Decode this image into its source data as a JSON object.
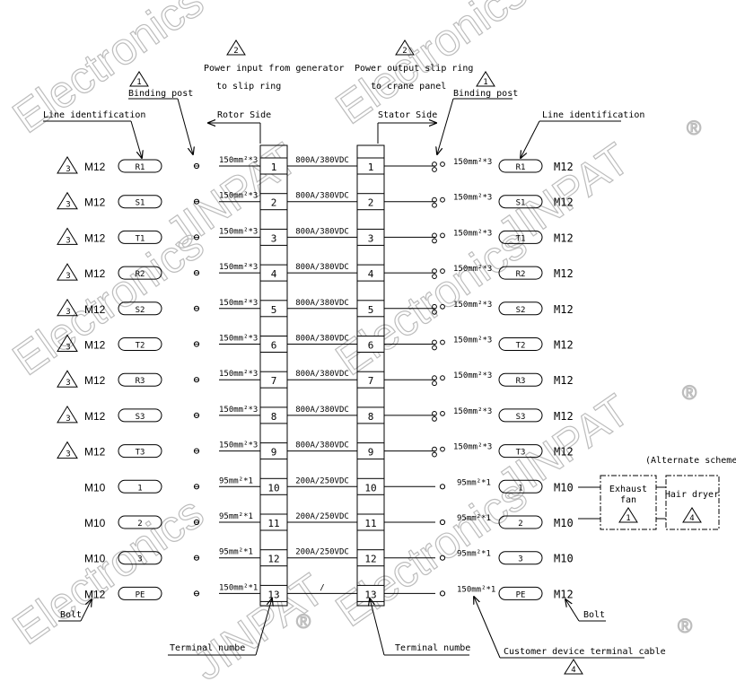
{
  "watermarks": [
    "Electronics",
    "JINPAT",
    "®"
  ],
  "header": {
    "rev_left": "2",
    "power_in_line1": "Power input from generator",
    "power_in_line2": "to slip ring",
    "rev_right": "2",
    "power_out_line1": "Power output slip ring",
    "power_out_line2": "to crane panel",
    "binding_left_rev": "1",
    "binding_left": "Binding post",
    "binding_right_rev": "1",
    "binding_right": "Binding post",
    "rotor_side": "Rotor Side",
    "stator_side": "Stator Side",
    "line_id_left": "Line identification",
    "line_id_right": "Line identification"
  },
  "rows": [
    {
      "rev": "3",
      "screw_l": "M12",
      "label": "R1",
      "cable_l": "150mm²*3",
      "num": "1",
      "rating": "800A/380VDC",
      "cable_r": "150mm²*3",
      "screw_r": "M12",
      "double": true
    },
    {
      "rev": "3",
      "screw_l": "M12",
      "label": "S1",
      "cable_l": "150mm²*3",
      "num": "2",
      "rating": "800A/380VDC",
      "cable_r": "150mm²*3",
      "screw_r": "M12",
      "double": true
    },
    {
      "rev": "3",
      "screw_l": "M12",
      "label": "T1",
      "cable_l": "150mm²*3",
      "num": "3",
      "rating": "800A/380VDC",
      "cable_r": "150mm²*3",
      "screw_r": "M12",
      "double": true
    },
    {
      "rev": "3",
      "screw_l": "M12",
      "label": "R2",
      "cable_l": "150mm²*3",
      "num": "4",
      "rating": "800A/380VDC",
      "cable_r": "150mm²*3",
      "screw_r": "M12",
      "double": true
    },
    {
      "rev": "3",
      "screw_l": "M12",
      "label": "S2",
      "cable_l": "150mm²*3",
      "num": "5",
      "rating": "800A/380VDC",
      "cable_r": "150mm²*3",
      "screw_r": "M12",
      "double": true
    },
    {
      "rev": "3",
      "screw_l": "M12",
      "label": "T2",
      "cable_l": "150mm²*3",
      "num": "6",
      "rating": "800A/380VDC",
      "cable_r": "150mm²*3",
      "screw_r": "M12",
      "double": true
    },
    {
      "rev": "3",
      "screw_l": "M12",
      "label": "R3",
      "cable_l": "150mm²*3",
      "num": "7",
      "rating": "800A/380VDC",
      "cable_r": "150mm²*3",
      "screw_r": "M12",
      "double": true
    },
    {
      "rev": "3",
      "screw_l": "M12",
      "label": "S3",
      "cable_l": "150mm²*3",
      "num": "8",
      "rating": "800A/380VDC",
      "cable_r": "150mm²*3",
      "screw_r": "M12",
      "double": true
    },
    {
      "rev": "3",
      "screw_l": "M12",
      "label": "T3",
      "cable_l": "150mm²*3",
      "num": "9",
      "rating": "800A/380VDC",
      "cable_r": "150mm²*3",
      "screw_r": "M12",
      "double": true
    },
    {
      "rev": "",
      "screw_l": "M10",
      "label": "1",
      "cable_l": "95mm²*1",
      "num": "10",
      "rating": "200A/250VDC",
      "cable_r": "95mm²*1",
      "screw_r": "M10",
      "double": false
    },
    {
      "rev": "",
      "screw_l": "M10",
      "label": "2",
      "cable_l": "95mm²*1",
      "num": "11",
      "rating": "200A/250VDC",
      "cable_r": "95mm²*1",
      "screw_r": "M10",
      "double": false
    },
    {
      "rev": "",
      "screw_l": "M10",
      "label": "3",
      "cable_l": "95mm²*1",
      "num": "12",
      "rating": "200A/250VDC",
      "cable_r": "95mm²*1",
      "screw_r": "M10",
      "double": false
    },
    {
      "rev": "",
      "screw_l": "M12",
      "label": "PE",
      "cable_l": "150mm²*1",
      "num": "13",
      "rating": "/",
      "cable_r": "150mm²*1",
      "screw_r": "M12",
      "double": false
    }
  ],
  "devices": {
    "alternate": "(Alternate scheme)",
    "exhaust_line1": "Exhaust",
    "exhaust_line2": "fan",
    "exhaust_rev": "1",
    "hair_dryer": "Hair dryer",
    "hair_rev": "4"
  },
  "footer": {
    "bolt_left": "Bolt",
    "bolt_right": "Bolt",
    "terminal_left": "Terminal numbe",
    "terminal_right": "Terminal numbe",
    "customer_cable": "Customer device terminal cable",
    "customer_rev": "4"
  }
}
